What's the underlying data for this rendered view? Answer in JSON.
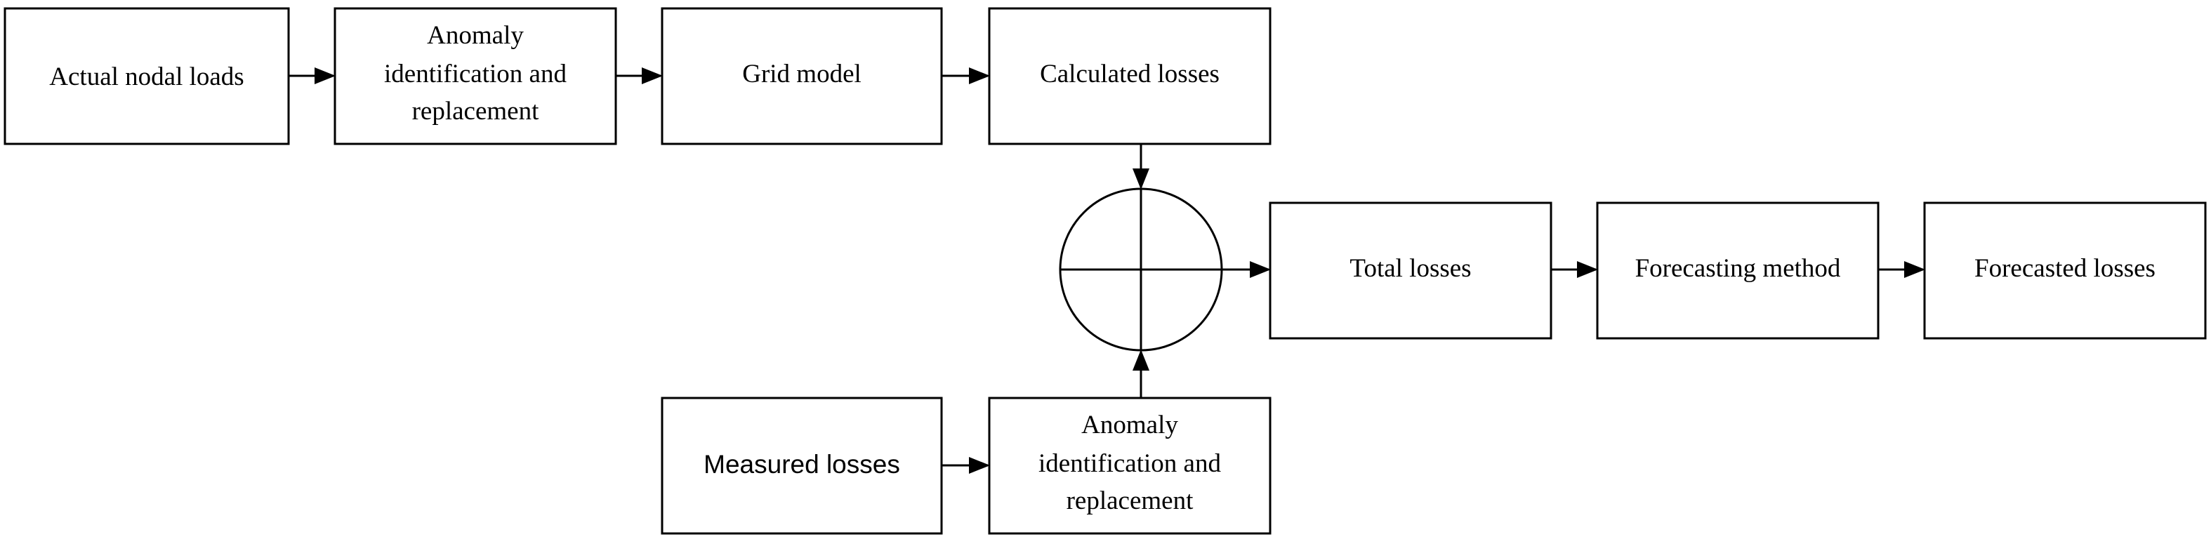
{
  "nodes": {
    "actual_nodal_loads": "Actual nodal loads",
    "anomaly_top": [
      "Anomaly",
      "identification and",
      "replacement"
    ],
    "grid_model": "Grid model",
    "calculated_losses": "Calculated losses",
    "total_losses": "Total losses",
    "forecasting_method": "Forecasting method",
    "forecasted_losses": "Forecasted losses",
    "measured_losses": "Measured losses",
    "anomaly_bottom": [
      "Anomaly",
      "identification and",
      "replacement"
    ]
  },
  "colors": {
    "stroke": "#000000",
    "background": "#ffffff"
  }
}
